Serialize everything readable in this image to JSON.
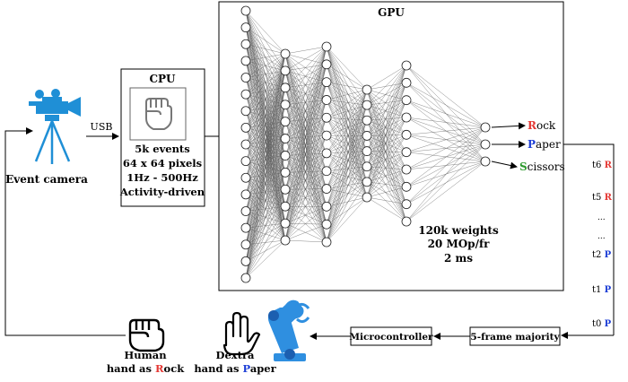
{
  "camera": {
    "label": "Event camera",
    "icon": "video-camera-icon"
  },
  "usb": {
    "label": "USB"
  },
  "cpu": {
    "title": "CPU",
    "icon": "fist-icon",
    "lines": [
      "5k events",
      "64 x 64 pixels",
      "1Hz - 500Hz",
      "Activity-driven"
    ]
  },
  "gpu": {
    "title": "GPU",
    "stats": [
      "120k weights",
      "20 MOp/fr",
      "2 ms"
    ]
  },
  "outputs": [
    {
      "initial": "R",
      "rest": "ock",
      "color": "#e53935"
    },
    {
      "initial": "P",
      "rest": "aper",
      "color": "#1e3fd6"
    },
    {
      "initial": "S",
      "rest": "cissors",
      "color": "#2e9a2e"
    }
  ],
  "timeline": [
    {
      "t": "t6",
      "v": "R",
      "color": "#e53935"
    },
    {
      "t": "t5",
      "v": "R",
      "color": "#e53935"
    },
    {
      "t": "...",
      "v": "",
      "color": "#000000"
    },
    {
      "t": "...",
      "v": "",
      "color": "#000000"
    },
    {
      "t": "t2",
      "v": "P",
      "color": "#1e3fd6"
    },
    {
      "t": "t1",
      "v": "P",
      "color": "#1e3fd6"
    },
    {
      "t": "t0",
      "v": "P",
      "color": "#1e3fd6"
    }
  ],
  "majority": {
    "label": "5-frame majority"
  },
  "micro": {
    "label": "Microcontroller"
  },
  "human": {
    "line1": "Human",
    "line2_prefix": "hand as ",
    "initial": "R",
    "rest": "ock",
    "color": "#e53935"
  },
  "dextra": {
    "line1": "Dextra",
    "line2_prefix": "hand as ",
    "initial": "P",
    "rest": "aper",
    "color": "#1e3fd6"
  },
  "colors": {
    "robot": "#2f8fe0",
    "robot_dark": "#1c5fb0",
    "camera": "#1f8fd6"
  }
}
